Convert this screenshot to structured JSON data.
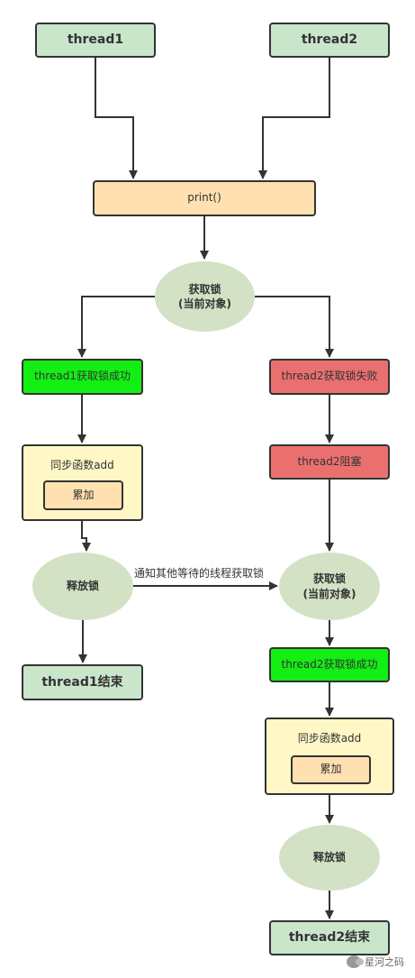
{
  "nodes": {
    "thread1": "thread1",
    "thread2": "thread2",
    "print": "print()",
    "lock1_line1": "获取锁",
    "lock1_line2": "(当前对象)",
    "t1_success": "thread1获取锁成功",
    "t2_fail": "thread2获取锁失败",
    "sync1_title": "同步函数add",
    "sync1_inner": "累加",
    "t2_blocked": "thread2阻塞",
    "release1": "释放锁",
    "lock2_line1": "获取锁",
    "lock2_line2": "(当前对象)",
    "t1_end": "thread1结束",
    "t2_success": "thread2获取锁成功",
    "sync2_title": "同步函数add",
    "sync2_inner": "累加",
    "release2": "释放锁",
    "t2_end": "thread2结束"
  },
  "edge_labels": {
    "notify": "通知其他等待的线程获取锁"
  },
  "watermark": "星河之码",
  "colors": {
    "start_end": "#c9e6cb",
    "call": "#ffe0b0",
    "success": "#13ee13",
    "fail": "#ea7070",
    "sync": "#fff8c6",
    "lock": "#d3e1c5"
  }
}
